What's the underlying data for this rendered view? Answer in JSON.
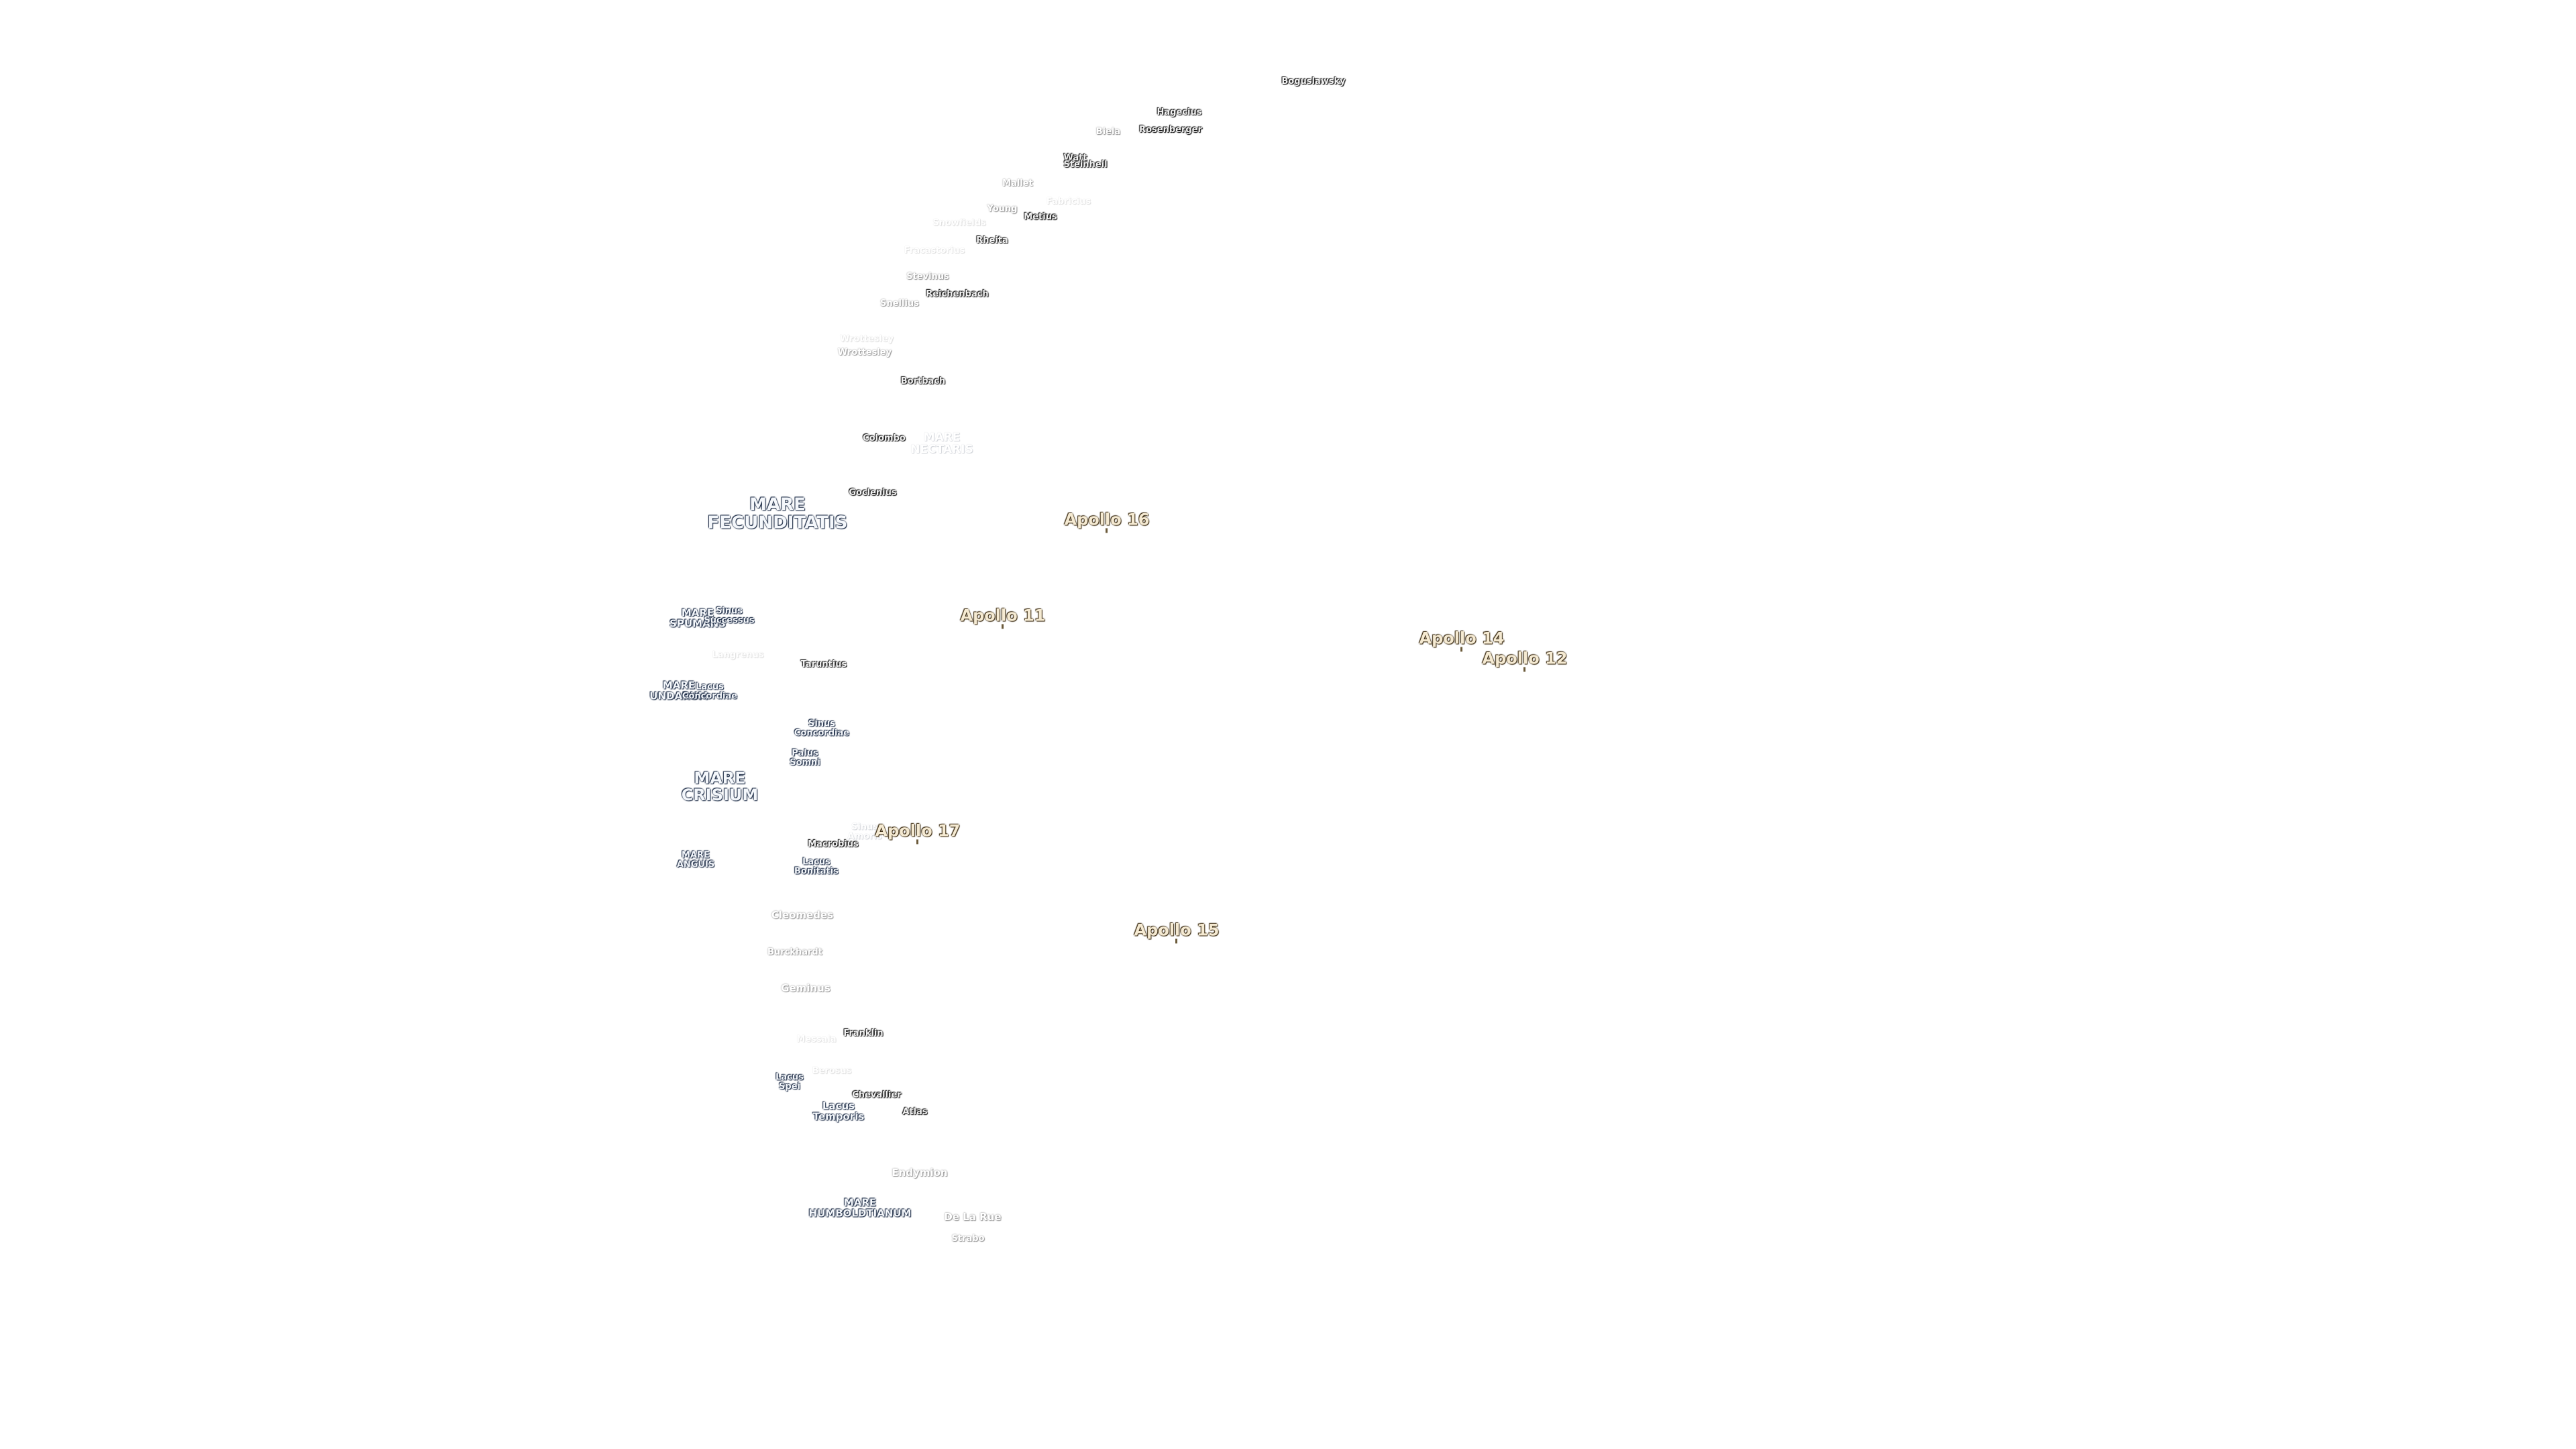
{
  "labels": [
    {
      "id": "boguslawsky",
      "text": "Boguslawsky",
      "kind": "crater",
      "size": "xs"
    },
    {
      "id": "hagecius",
      "text": "Hagecius",
      "kind": "crater",
      "size": "xs"
    },
    {
      "id": "rosenberger",
      "text": "Rosenberger",
      "kind": "crater",
      "size": "xs"
    },
    {
      "id": "biela",
      "text": "Biela",
      "kind": "crater",
      "tone": "dim",
      "size": "xs"
    },
    {
      "id": "watt",
      "text": "Watt",
      "kind": "crater",
      "size": "xs"
    },
    {
      "id": "steinheil",
      "text": "Steinheil",
      "kind": "crater",
      "size": "xs"
    },
    {
      "id": "mallet",
      "text": "Mallet",
      "kind": "crater",
      "tone": "dim",
      "size": "xs"
    },
    {
      "id": "fabricius",
      "text": "Fabricius",
      "kind": "crater",
      "tone": "faint",
      "size": "xs"
    },
    {
      "id": "young",
      "text": "Young",
      "kind": "crater",
      "tone": "dim",
      "size": "xs"
    },
    {
      "id": "metius",
      "text": "Metius",
      "kind": "crater",
      "size": "xs"
    },
    {
      "id": "snow-crater-a",
      "text": "Snowfields",
      "kind": "crater",
      "tone": "faint",
      "size": "xs"
    },
    {
      "id": "rheita",
      "text": "Rheita",
      "kind": "crater",
      "size": "xs"
    },
    {
      "id": "faint-crater-b",
      "text": "Fracastorius",
      "kind": "crater",
      "tone": "faint",
      "size": "xs"
    },
    {
      "id": "stevinus",
      "text": "Stevinus",
      "kind": "crater",
      "tone": "dim",
      "size": "xs"
    },
    {
      "id": "reichenbach",
      "text": "Reichenbach",
      "kind": "crater",
      "size": "xs"
    },
    {
      "id": "snellius",
      "text": "Snellius",
      "kind": "crater",
      "tone": "dim",
      "size": "xs"
    },
    {
      "id": "faint-crater-c",
      "text": "Wrottesley",
      "kind": "crater",
      "tone": "faint",
      "size": "xs"
    },
    {
      "id": "wrottesley",
      "text": "Wrottesley",
      "kind": "crater",
      "tone": "dim",
      "size": "xs"
    },
    {
      "id": "borda",
      "text": "Bortbach",
      "kind": "crater",
      "size": "xs"
    },
    {
      "id": "colombo",
      "text": "Colombo",
      "kind": "crater",
      "size": "xs"
    },
    {
      "id": "mare-nectaris",
      "text": "MARE\nNECTARIS",
      "kind": "mare",
      "tone": "faint",
      "size": "m"
    },
    {
      "id": "goclenius",
      "text": "Goclenius",
      "kind": "crater",
      "size": "xs"
    },
    {
      "id": "mare-fecunditatis",
      "text": "MARE\nFECUNDITATIS",
      "kind": "mare",
      "size": "xl"
    },
    {
      "id": "apollo-16",
      "text": "Apollo 16",
      "kind": "apollo",
      "size": "l"
    },
    {
      "id": "mare-spumans",
      "text": "MARE\nSPUMANS",
      "kind": "mare",
      "size": "s"
    },
    {
      "id": "sinus-successus",
      "text": "Sinus\nSuccessus",
      "kind": "mare",
      "size": "xs"
    },
    {
      "id": "apollo-11",
      "text": "Apollo 11",
      "kind": "apollo",
      "size": "l"
    },
    {
      "id": "apollo-14",
      "text": "Apollo 14",
      "kind": "apollo",
      "size": "l"
    },
    {
      "id": "apollo-12",
      "text": "Apollo 12",
      "kind": "apollo",
      "size": "l"
    },
    {
      "id": "faint-crater-d",
      "text": "Langrenus",
      "kind": "crater",
      "tone": "faint",
      "size": "xs"
    },
    {
      "id": "taruntius",
      "text": "Taruntius",
      "kind": "crater",
      "size": "xs"
    },
    {
      "id": "mare-undarum",
      "text": "MARE\nUNDARUM",
      "kind": "mare",
      "size": "s"
    },
    {
      "id": "lacus-concordiae",
      "text": "Lacus\nConcordiae",
      "kind": "mare",
      "size": "xs"
    },
    {
      "id": "sinus-concordiae",
      "text": "Sinus\nConcordiae",
      "kind": "mare",
      "size": "xs"
    },
    {
      "id": "palus-somni",
      "text": "Palus\nSomni",
      "kind": "mare",
      "size": "xs"
    },
    {
      "id": "mare-crisium",
      "text": "MARE\nCRISIUM",
      "kind": "mare",
      "size": "l"
    },
    {
      "id": "sinus-amoris",
      "text": "Sinus\nAmoris",
      "kind": "mare",
      "tone": "faint",
      "size": "xs"
    },
    {
      "id": "apollo-17",
      "text": "Apollo 17",
      "kind": "apollo",
      "size": "l"
    },
    {
      "id": "macrobius",
      "text": "Macrobius",
      "kind": "crater",
      "size": "xs"
    },
    {
      "id": "mare-anguis",
      "text": "MARE\nANGUIS",
      "kind": "mare",
      "size": "xs"
    },
    {
      "id": "lacus-bonitatis",
      "text": "Lacus\nBonitatis",
      "kind": "mare",
      "size": "xs"
    },
    {
      "id": "cleomedes",
      "text": "Cleomedes",
      "kind": "crater",
      "tone": "dim",
      "size": "s"
    },
    {
      "id": "apollo-15",
      "text": "Apollo 15",
      "kind": "apollo",
      "size": "l"
    },
    {
      "id": "burckhardt",
      "text": "Burckhardt",
      "kind": "crater",
      "tone": "dim",
      "size": "xs"
    },
    {
      "id": "geminus",
      "text": "Geminus",
      "kind": "crater",
      "tone": "dim",
      "size": "s"
    },
    {
      "id": "faint-crater-e",
      "text": "Messala",
      "kind": "crater",
      "tone": "faint",
      "size": "xs"
    },
    {
      "id": "franklin",
      "text": "Franklin",
      "kind": "crater",
      "size": "xs"
    },
    {
      "id": "faint-crater-f",
      "text": "Berosus",
      "kind": "crater",
      "tone": "faint",
      "size": "xs"
    },
    {
      "id": "lacus-spei",
      "text": "Lacus\nSpei",
      "kind": "mare",
      "size": "xs"
    },
    {
      "id": "chevallier",
      "text": "Chevallier",
      "kind": "crater",
      "size": "xs"
    },
    {
      "id": "lacus-temporis",
      "text": "Lacus\nTemporis",
      "kind": "mare",
      "size": "s"
    },
    {
      "id": "atlas",
      "text": "Atlas",
      "kind": "crater",
      "size": "xs"
    },
    {
      "id": "endymion",
      "text": "Endymion",
      "kind": "crater",
      "tone": "dim",
      "size": "s"
    },
    {
      "id": "mare-humboldtianum",
      "text": "MARE\nHUMBOLDTIANUM",
      "kind": "mare",
      "size": "s"
    },
    {
      "id": "de-la-rue",
      "text": "De La Rue",
      "kind": "crater",
      "tone": "dim",
      "size": "s"
    },
    {
      "id": "strabo",
      "text": "Strabo",
      "kind": "crater",
      "tone": "dim",
      "size": "xs"
    }
  ]
}
